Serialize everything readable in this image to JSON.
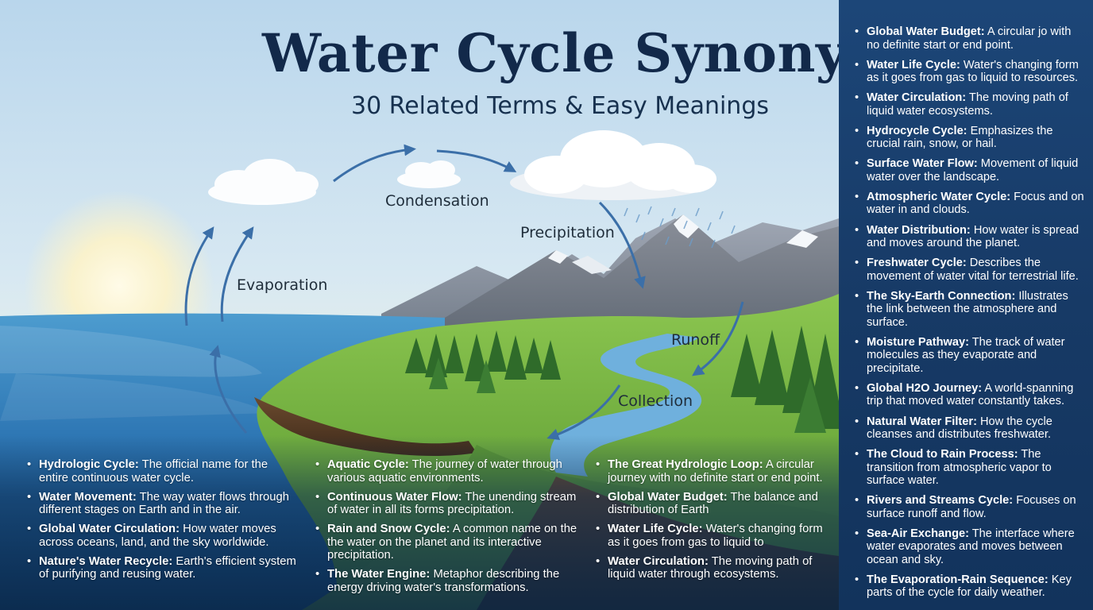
{
  "header": {
    "title": "Water Cycle Synonyms",
    "subtitle": "30 Related Terms & Easy Meanings"
  },
  "stages": {
    "condensation": "Condensation",
    "precipitation": "Precipitation",
    "evaporation": "Evaporation",
    "runoff": "Runoff",
    "collection": "Collection"
  },
  "colors": {
    "panel": "#173a66",
    "title": "#12294a",
    "arrow": "#3b6fa8",
    "grass": "#6fae3c",
    "water": "#2f78b5"
  },
  "columns": {
    "col1": [
      {
        "term": "Hydrologic Cycle:",
        "desc": " The official name for the entire continuous water cycle."
      },
      {
        "term": "Water Movement:",
        "desc": " The way water flows through different stages on Earth and in the air."
      },
      {
        "term": "Global Water Circulation:",
        "desc": " How water moves across oceans, land, and the sky worldwide."
      },
      {
        "term": "Nature's Water Recycle:",
        "desc": " Earth's efficient system of purifying and reusing water."
      }
    ],
    "col2": [
      {
        "term": "Aquatic Cycle:",
        "desc": " The journey of water through various aquatic environments."
      },
      {
        "term": "Continuous Water Flow:",
        "desc": " The unending stream of water in all its forms precipitation."
      },
      {
        "term": "Rain and Snow Cycle:",
        "desc": " A common name on the the water on the planet and its interactive precipitation."
      },
      {
        "term": "The Water Engine:",
        "desc": " Metaphor describing the energy driving water's transformations."
      }
    ],
    "col3": [
      {
        "term": "The Great Hydrologic Loop:",
        "desc": " A circular journey with no definite start or end point."
      },
      {
        "term": "Global Water Budget:",
        "desc": " The balance and distribution of Earth"
      },
      {
        "term": "Water Life Cycle:",
        "desc": " Water's changing form as it goes from gas to liquid to"
      },
      {
        "term": "Water Circulation:",
        "desc": " The moving path of liquid water through ecosystems."
      }
    ]
  },
  "sidebar": [
    {
      "term": "Global Water Budget:",
      "desc": " A circular jo with no definite start or end point."
    },
    {
      "term": "Water Life Cycle:",
      "desc": " Water's changing form as it goes from gas to liquid to resources."
    },
    {
      "term": "Water Circulation:",
      "desc": " The moving path of liquid water ecosystems."
    },
    {
      "term": "Hydrocycle Cycle:",
      "desc": " Emphasizes the crucial rain, snow, or hail."
    },
    {
      "term": "Surface Water Flow:",
      "desc": " Movement of liquid water over the landscape."
    },
    {
      "term": "Atmospheric Water Cycle:",
      "desc": " Focus and on water in and clouds."
    },
    {
      "term": "Water Distribution:",
      "desc": " How water is spread and moves around the planet."
    },
    {
      "term": "Freshwater Cycle:",
      "desc": " Describes the movement of water vital for terrestrial life."
    },
    {
      "term": "The Sky-Earth Connection:",
      "desc": " Illustrates the link between the atmosphere and surface."
    },
    {
      "term": "Moisture Pathway:",
      "desc": " The track of water molecules as they evaporate and precipitate."
    },
    {
      "term": "Global H2O Journey:",
      "desc": " A world-spanning trip that moved water constantly takes."
    },
    {
      "term": "Natural Water Filter:",
      "desc": " How the cycle cleanses and distributes freshwater."
    },
    {
      "term": "The Cloud to Rain Process:",
      "desc": " The transition from atmospheric vapor to surface water."
    },
    {
      "term": "Rivers and Streams Cycle:",
      "desc": " Focuses on surface runoff and flow."
    },
    {
      "term": "Sea-Air Exchange:",
      "desc": " The interface where water evaporates and moves between ocean and sky."
    },
    {
      "term": "The Evaporation-Rain Sequence:",
      "desc": " Key parts of the cycle for daily weather."
    }
  ]
}
